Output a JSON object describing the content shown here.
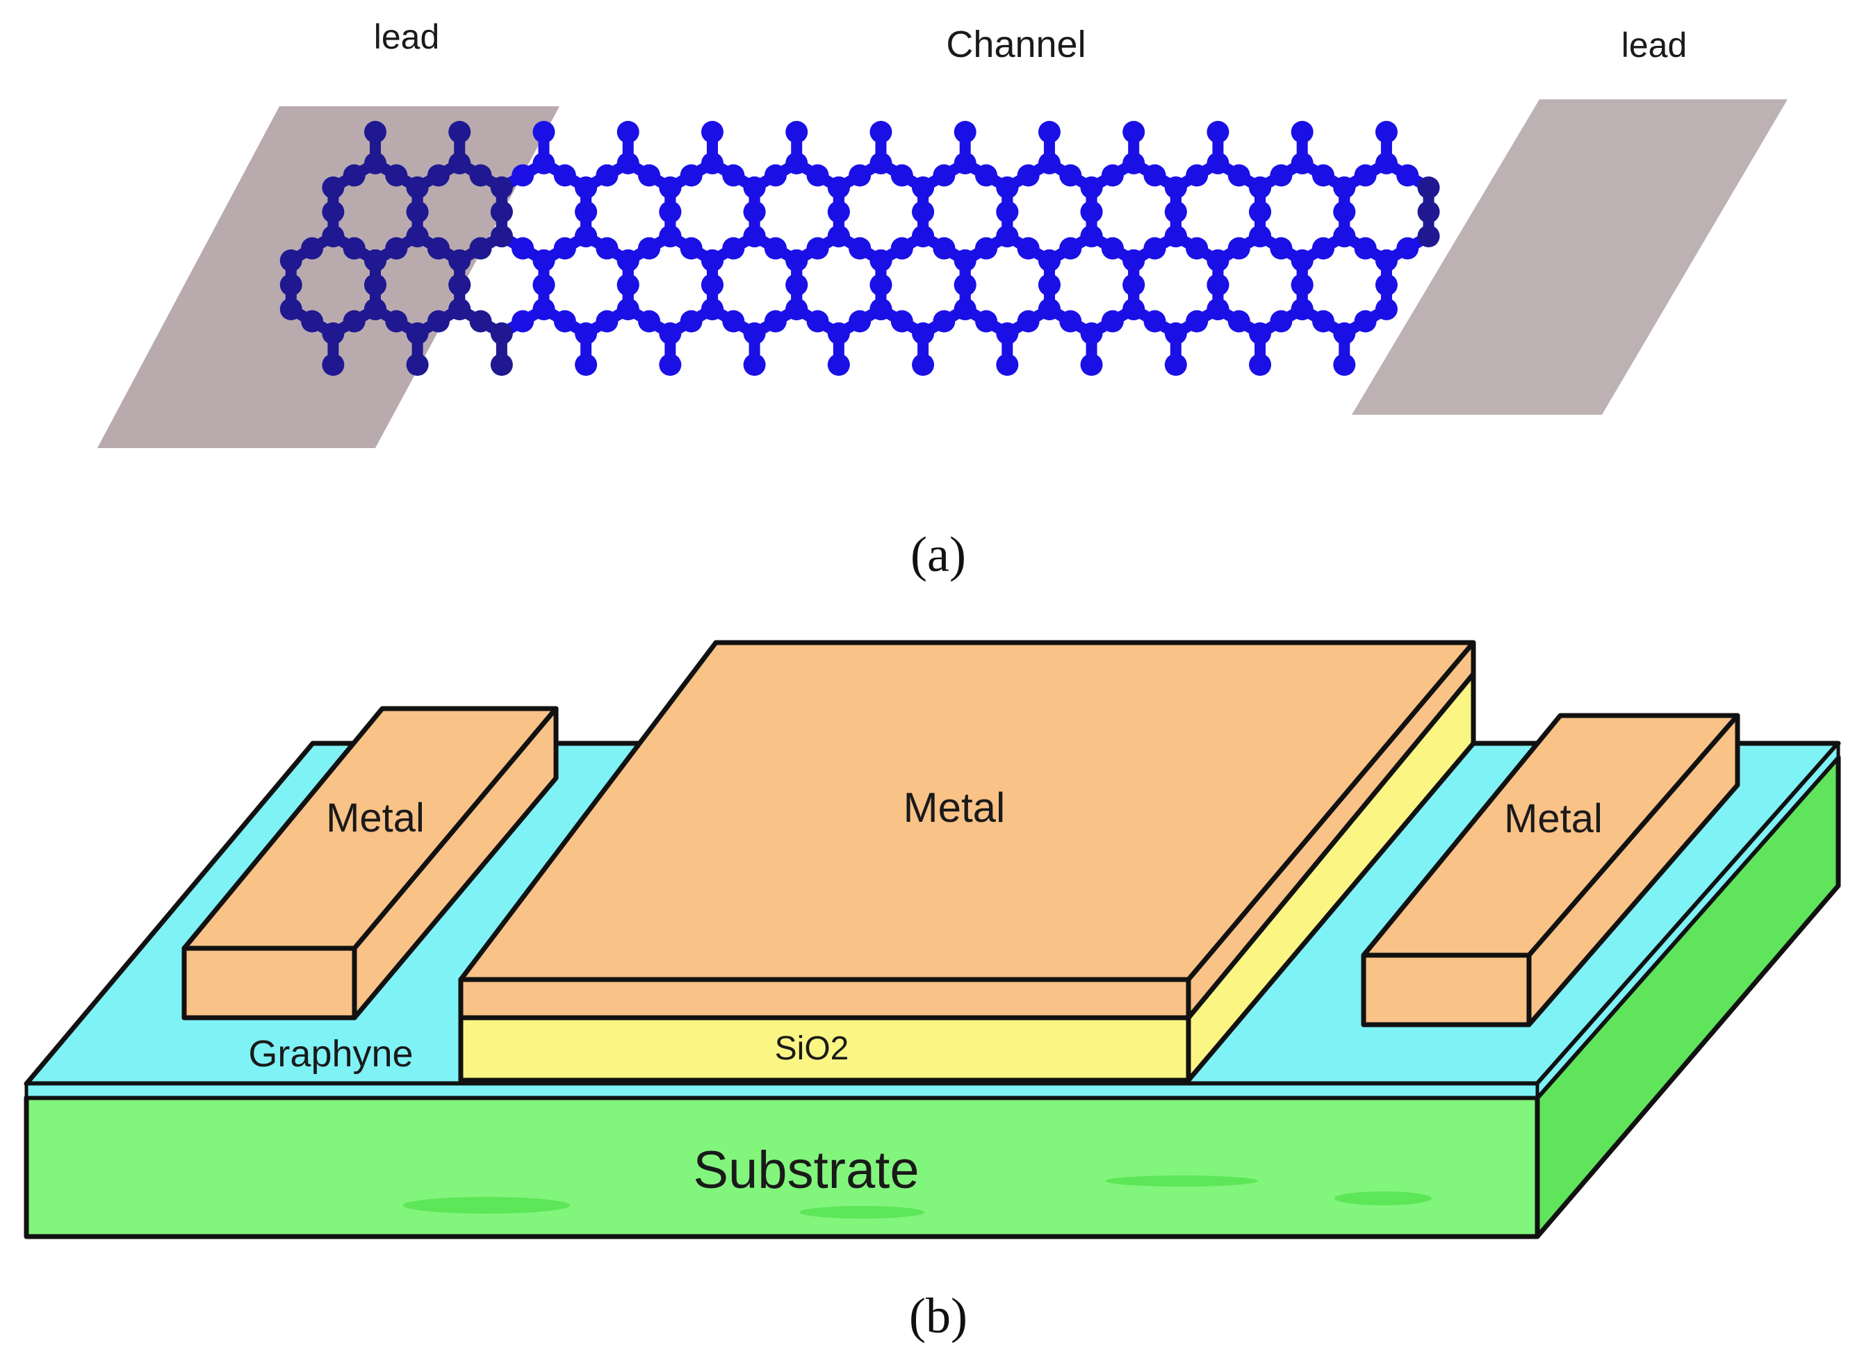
{
  "panel_a": {
    "lead_left_label": "lead",
    "channel_label": "Channel",
    "lead_right_label": "lead",
    "caption": "(a)"
  },
  "panel_b": {
    "metal_left_label": "Metal",
    "metal_center_label": "Metal",
    "metal_right_label": "Metal",
    "graphyne_label": "Graphyne",
    "sio2_label": "SiO2",
    "substrate_label": "Substrate",
    "caption": "(b)"
  },
  "colors": {
    "lead_region": "#b9aaae",
    "lattice_blue": "#1a10e6",
    "lattice_dark": "#1f1890",
    "metal": "#f9c286",
    "graphyne": "#7ff2f6",
    "sio2": "#fbf684",
    "substrate": "#82f57c",
    "substrate_side": "#5fe45b"
  }
}
